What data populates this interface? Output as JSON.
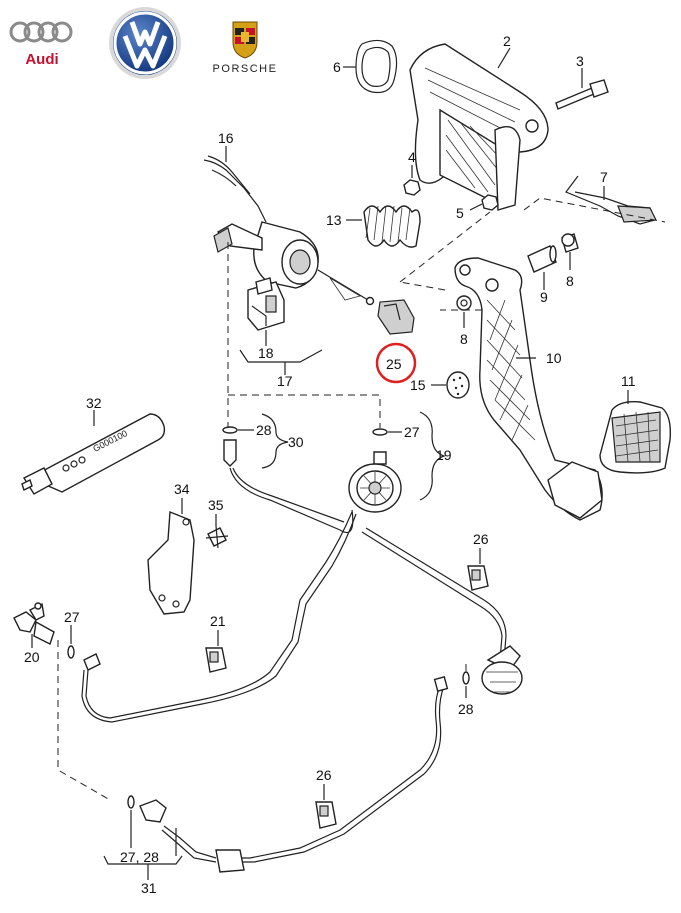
{
  "brands": {
    "audi": "Audi",
    "vw": "VW",
    "porsche": "PORSCHE"
  },
  "callouts": {
    "p2": "2",
    "p3": "3",
    "p4": "4",
    "p5": "5",
    "p6": "6",
    "p7": "7",
    "p8a": "8",
    "p8b": "8",
    "p9": "9",
    "p10": "10",
    "p11": "11",
    "p13": "13",
    "p15": "15",
    "p16": "16",
    "p17": "17",
    "p18": "18",
    "p19": "19",
    "p20": "20",
    "p21": "21",
    "p25": "25",
    "p26a": "26",
    "p26b": "26",
    "p27a": "27",
    "p27b": "27",
    "p28a": "28",
    "p28b": "28",
    "p30": "30",
    "p31": "31",
    "p32": "32",
    "p34": "34",
    "p35": "35",
    "p2728": "27, 28"
  },
  "tube_text": "G000100",
  "highlight_color": "#e02020"
}
